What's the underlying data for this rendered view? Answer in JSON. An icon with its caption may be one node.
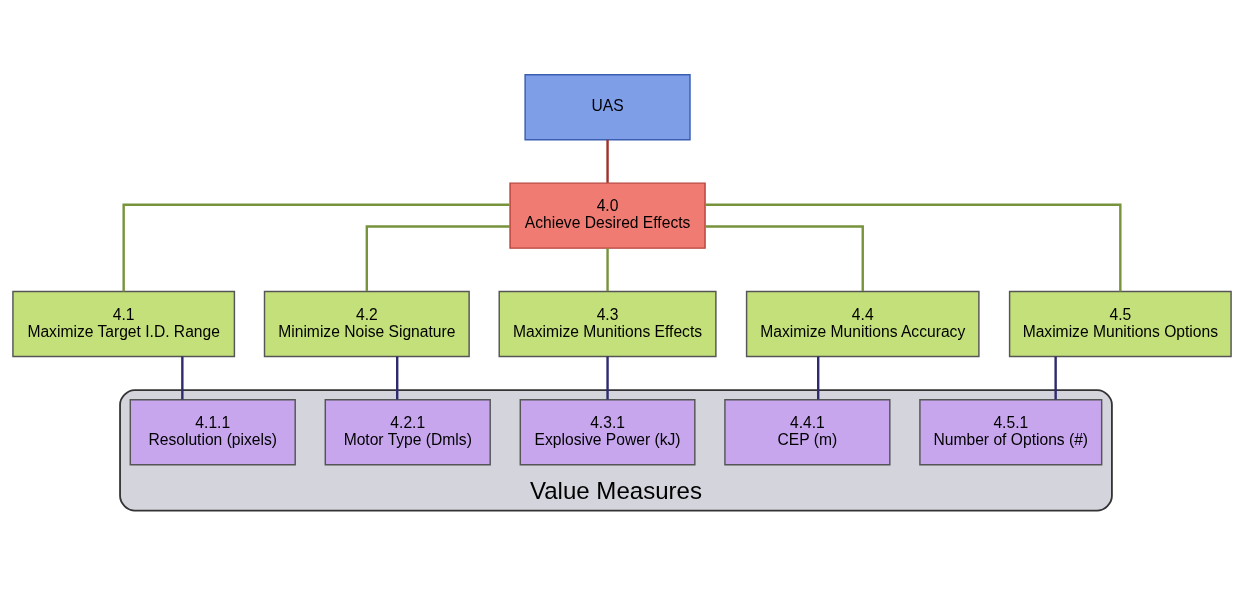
{
  "diagram": {
    "nodes": [
      {
        "text": [
          "UAS"
        ]
      },
      {
        "text": [
          "4.0",
          "Achieve Desired Effects"
        ]
      },
      {
        "text": [
          "4.1",
          "Maximize Target I.D. Range"
        ]
      },
      {
        "text": [
          "4.2",
          "Minimize Noise Signature"
        ]
      },
      {
        "text": [
          "4.3",
          "Maximize Munitions Effects"
        ]
      },
      {
        "text": [
          "4.4",
          "Maximize Munitions Accuracy"
        ]
      },
      {
        "text": [
          "4.5",
          "Maximize Munitions Options"
        ]
      },
      {
        "text": [
          "Value Measures"
        ]
      },
      {
        "text": [
          "4.1.1",
          "Resolution (pixels)"
        ],
        "in": 7
      },
      {
        "text": [
          "4.2.1",
          "Motor Type (Dmls)"
        ],
        "in": 7
      },
      {
        "text": [
          "4.3.1",
          "Explosive Power (kJ)"
        ],
        "in": 7
      },
      {
        "text": [
          "4.4.1",
          "CEP (m)"
        ],
        "in": 7
      },
      {
        "text": [
          "4.5.1",
          "Number of Options (#)"
        ],
        "in": 7
      }
    ],
    "edges": [
      {
        "from": 0,
        "to": 1,
        "arrow": "none",
        "color": "#a0302c"
      },
      {
        "from": 1,
        "to": 2,
        "arrow": "none"
      },
      {
        "from": 1,
        "to": 3,
        "arrow": "none"
      },
      {
        "from": 1,
        "to": 4,
        "arrow": "none"
      },
      {
        "from": 1,
        "to": 5,
        "arrow": "none"
      },
      {
        "from": 1,
        "to": 6,
        "arrow": "none"
      },
      {
        "from": 2,
        "to": 8,
        "arrow": "none",
        "color": "#2e2a6e"
      },
      {
        "from": 3,
        "to": 9,
        "arrow": "none",
        "color": "#2e2a6e"
      },
      {
        "from": 4,
        "to": 10,
        "arrow": "none",
        "color": "#2e2a6e"
      },
      {
        "from": 5,
        "to": 11,
        "arrow": "none",
        "color": "#2e2a6e"
      },
      {
        "from": 6,
        "to": 12,
        "arrow": "none",
        "color": "#2e2a6e"
      }
    ]
  }
}
